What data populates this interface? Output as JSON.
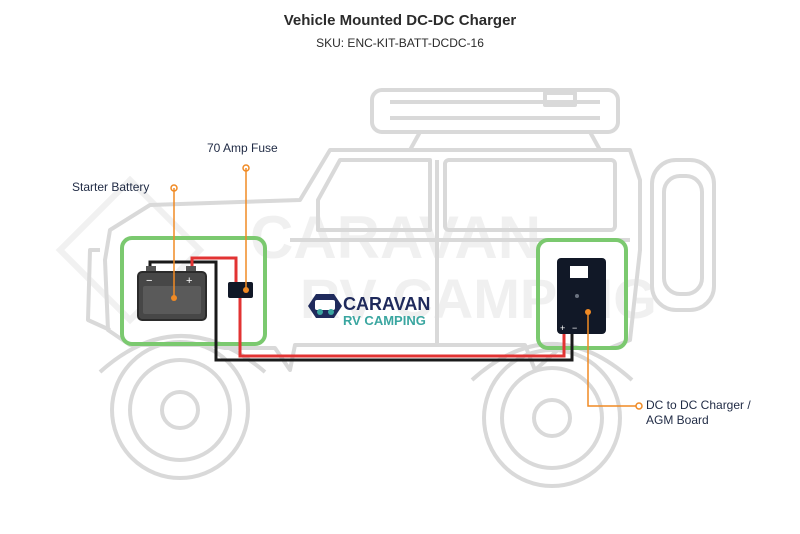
{
  "title": "Vehicle Mounted DC-DC Charger",
  "subtitle": "SKU: ENC-KIT-BATT-DCDC-16",
  "labels": {
    "fuse": "70 Amp Fuse",
    "starter_battery": "Starter Battery",
    "charger_line1": "DC to DC Charger /",
    "charger_line2": "AGM Board"
  },
  "logo": {
    "line1": "CARAVAN",
    "line2": "RV CAMPING"
  },
  "battery_terminals": {
    "negative": "−",
    "positive": "+"
  },
  "charger_terminals": {
    "positive": "+",
    "negative": "−"
  },
  "colors": {
    "highlight_box": "#7bc96f",
    "positive_wire": "#e23333",
    "negative_wire": "#1a1a1a",
    "callout_line": "#f08a24",
    "vehicle_outline": "#d9d9d9",
    "logo_navy": "#1f2a5c",
    "logo_teal": "#3aa6a0"
  }
}
